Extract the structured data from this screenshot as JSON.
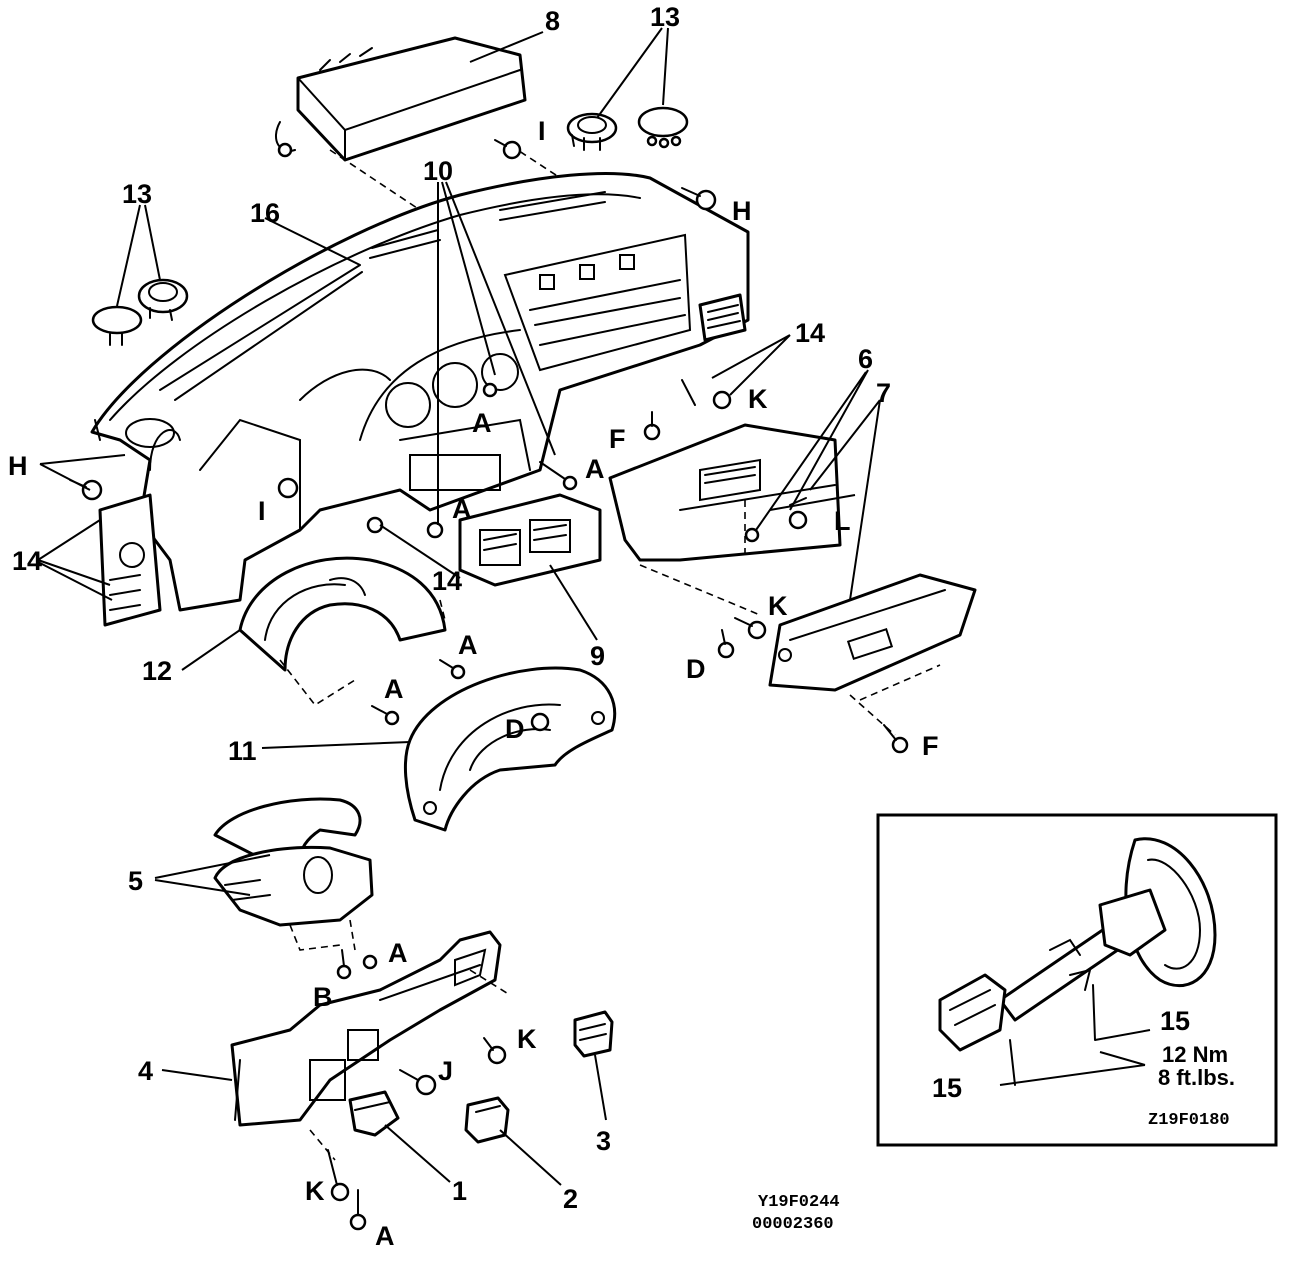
{
  "diagram": {
    "labels": {
      "n1": "1",
      "n2": "2",
      "n3": "3",
      "n4": "4",
      "n5": "5",
      "n6": "6",
      "n7": "7",
      "n8": "8",
      "n9": "9",
      "n10": "10",
      "n11": "11",
      "n12": "12",
      "n13a": "13",
      "n13b": "13",
      "n14a": "14",
      "n14b": "14",
      "n14c": "14",
      "n15a": "15",
      "n15b": "15",
      "n16": "16",
      "a1": "A",
      "a2": "A",
      "a3": "A",
      "a4": "A",
      "a5": "A",
      "a6": "A",
      "a7": "A",
      "b1": "B",
      "d1": "D",
      "d2": "D",
      "f1": "F",
      "f2": "F",
      "h1": "H",
      "h2": "H",
      "i1": "I",
      "i2": "I",
      "j1": "J",
      "k1": "K",
      "k2": "K",
      "k3": "K",
      "k4": "K",
      "l1": "L"
    },
    "inset": {
      "torque_nm": "12 Nm",
      "torque_ftlbs": "8 ft.lbs.",
      "code": "Z19F0180"
    },
    "footer": {
      "code1": "Y19F0244",
      "code2": "00002360"
    }
  }
}
